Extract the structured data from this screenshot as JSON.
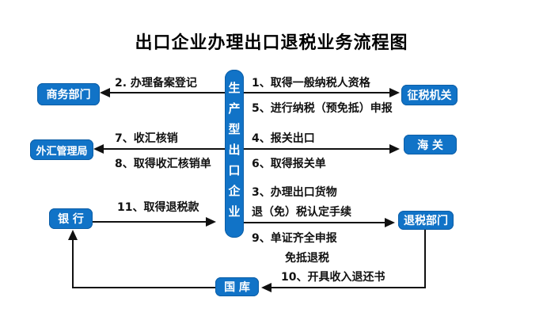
{
  "title": "出口企业办理出口退税业务流程图",
  "accent_color": "#1173c7",
  "center_node": {
    "label": "生产型出口企业"
  },
  "nodes": {
    "commerce": "商务部门",
    "forex": "外汇管理局",
    "bank": "银 行",
    "tax_authority": "征税机关",
    "customs": "海 关",
    "refund_dept": "退税部门",
    "treasury": "国 库"
  },
  "steps": {
    "s1": "1、取得一般纳税人资格",
    "s2": "2. 办理备案登记",
    "s3a": "3、办理出口货物",
    "s3b": "退（免）税认定手续",
    "s4": "4、报关出口",
    "s5": "5、进行纳税（预免抵）申报",
    "s6": "6、取得报关单",
    "s7": "7、收汇核销",
    "s8": "8、取得收汇核销单",
    "s9a": "9、单证齐全申报",
    "s9b": "免抵退税",
    "s10": "10、开具收入退还书",
    "s11": "11、取得退税款"
  }
}
